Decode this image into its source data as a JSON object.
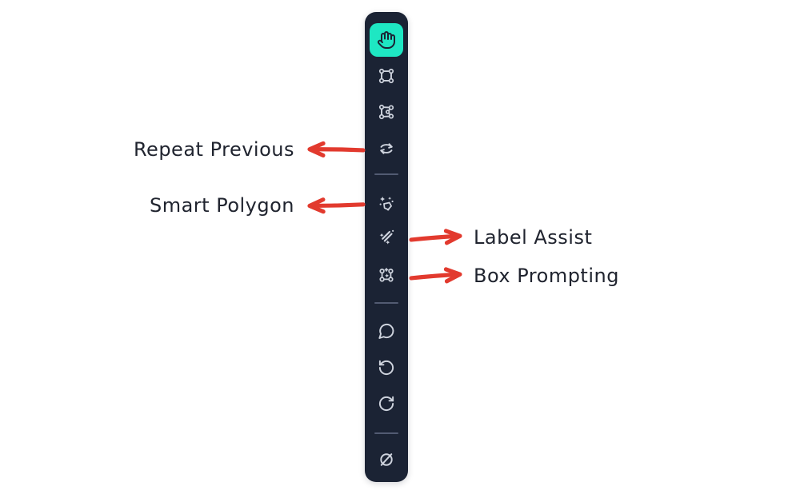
{
  "colors": {
    "toolbar_bg": "#1b2334",
    "active_tool_bg": "#1ee7c3",
    "icon": "#ced3dd",
    "divider": "#525b72",
    "arrow": "#e23a2e",
    "label_text": "#20242f",
    "page_bg": "#ffffff"
  },
  "toolbar": {
    "tools": [
      {
        "name": "pan",
        "icon": "hand-icon",
        "active": true
      },
      {
        "name": "bounding-box",
        "icon": "bounding-box-icon",
        "active": false
      },
      {
        "name": "polygon",
        "icon": "polygon-icon",
        "active": false
      },
      {
        "name": "repeat-previous",
        "icon": "repeat-icon",
        "active": false
      },
      {
        "name": "smart-polygon",
        "icon": "smart-polygon-icon",
        "active": false
      },
      {
        "name": "label-assist",
        "icon": "magic-wand-icon",
        "active": false
      },
      {
        "name": "box-prompting",
        "icon": "box-prompting-icon",
        "active": false
      },
      {
        "name": "comment",
        "icon": "comment-icon",
        "active": false
      },
      {
        "name": "undo",
        "icon": "undo-icon",
        "active": false
      },
      {
        "name": "redo",
        "icon": "redo-icon",
        "active": false
      },
      {
        "name": "hide-annotations",
        "icon": "null-icon",
        "active": false
      }
    ]
  },
  "annotations": [
    {
      "label": "Repeat Previous",
      "side": "left",
      "target": "repeat-previous"
    },
    {
      "label": "Smart Polygon",
      "side": "left",
      "target": "smart-polygon"
    },
    {
      "label": "Label Assist",
      "side": "right",
      "target": "label-assist"
    },
    {
      "label": "Box Prompting",
      "side": "right",
      "target": "box-prompting"
    }
  ]
}
